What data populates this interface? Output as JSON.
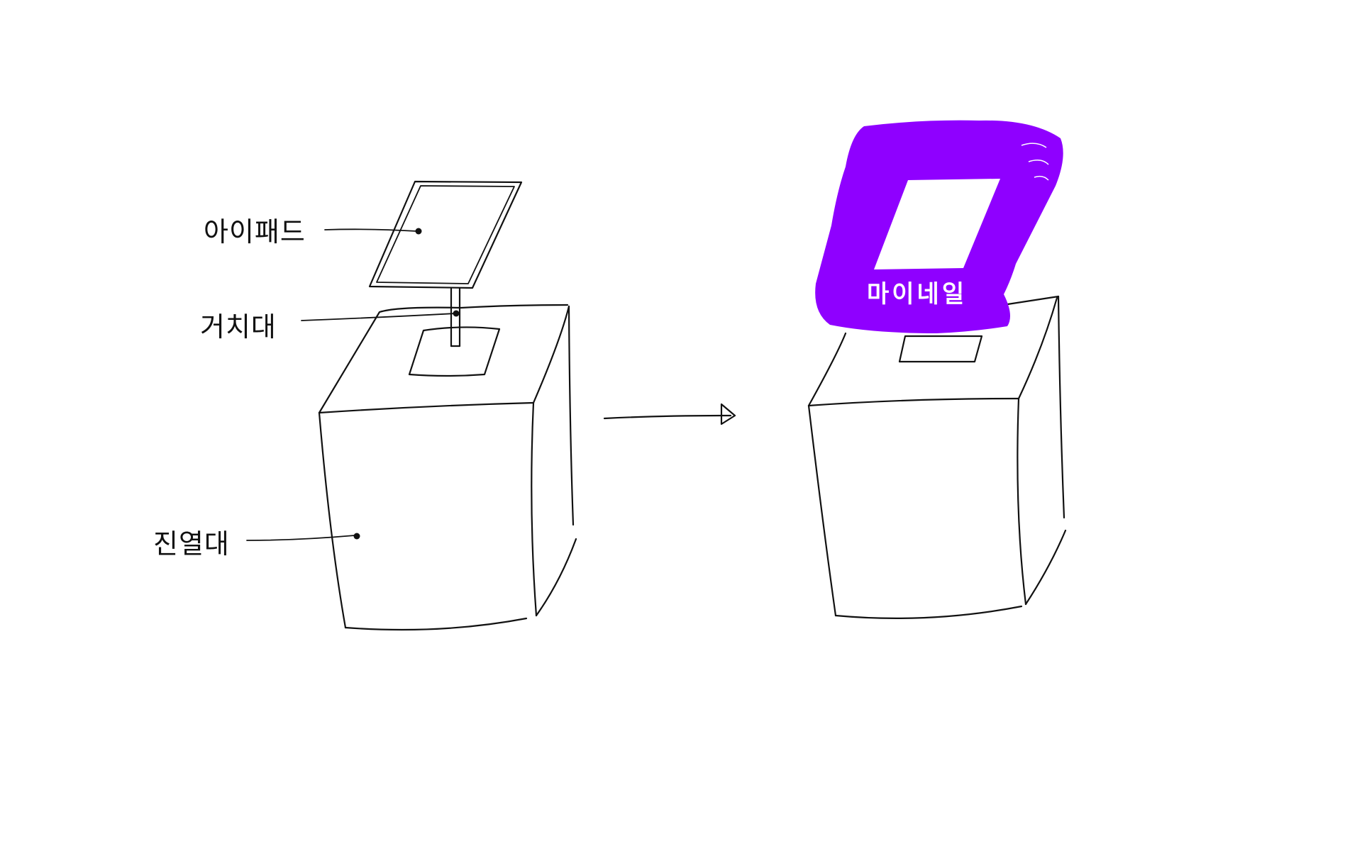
{
  "labels": {
    "ipad": "아이패드",
    "stand": "거치대",
    "display_table": "진열대"
  },
  "after": {
    "frame_text": "마이네일"
  },
  "colors": {
    "ink": "#111111",
    "frame_purple": "#8f00ff",
    "frame_text": "#ffffff",
    "background": "#ffffff"
  }
}
